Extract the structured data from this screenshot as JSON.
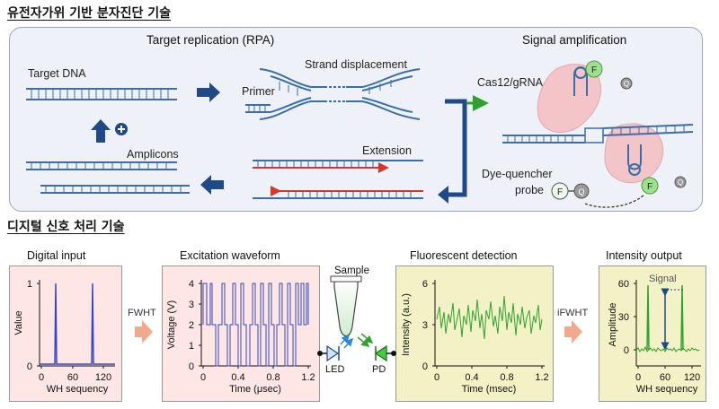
{
  "section_titles": {
    "top": "유전자가위 기반 분자진단 기술",
    "bottom": "디지털 신호 처리 기술"
  },
  "top_panel": {
    "left_header": "Target replication (RPA)",
    "right_header": "Signal amplification",
    "labels": {
      "target_dna": "Target DNA",
      "strand_displacement": "Strand displacement",
      "primer": "Primer",
      "amplicons": "Amplicons",
      "extension": "Extension",
      "cas12": "Cas12/gRNA",
      "probe_line1": "Dye-quencher",
      "probe_line2": "probe",
      "fluor_letter": "F",
      "quencher_letter": "Q"
    }
  },
  "bottom_panel": {
    "digital_input": {
      "title": "Digital input",
      "xlabel": "WH sequency",
      "ylabel": "Value",
      "xticks": [
        "0",
        "60",
        "120"
      ],
      "yticks": [
        "0",
        "1"
      ]
    },
    "fwht_label": "FWHT",
    "excitation": {
      "title": "Excitation waveform",
      "xlabel": "Time (μsec)",
      "ylabel": "Voltage (V)",
      "xticks": [
        "0",
        "0.4",
        "0.8",
        "1.2"
      ],
      "yticks": [
        "0",
        "1",
        "2",
        "3",
        "4"
      ]
    },
    "sample_label": "Sample",
    "led_label": "LED",
    "pd_label": "PD",
    "fluorescent": {
      "title": "Fluorescent detection",
      "xlabel": "Time (msec)",
      "ylabel": "Intensity (a.u.)",
      "xticks": [
        "0",
        "0.4",
        "0.8",
        "1.2"
      ],
      "yticks": [
        "0",
        "3",
        "6"
      ]
    },
    "ifwht_label": "iFWHT",
    "intensity_output": {
      "title": "Intensity output",
      "xlabel": "WH sequency",
      "ylabel": "Amplitude",
      "signal_label": "Signal",
      "xticks": [
        "0",
        "60",
        "120"
      ],
      "yticks": [
        "0",
        "30",
        "60"
      ]
    }
  },
  "colors": {
    "dna_blue": "#3b6ea8",
    "dna_red": "#d9352b",
    "arrow_navy": "#1f4a86",
    "green_line": "#2fa12f",
    "plot_blue": "#3545c8",
    "panel_bg": "#eef2f8",
    "pink_box": "#fde6e4",
    "yellow_box": "#f2f2c6"
  }
}
